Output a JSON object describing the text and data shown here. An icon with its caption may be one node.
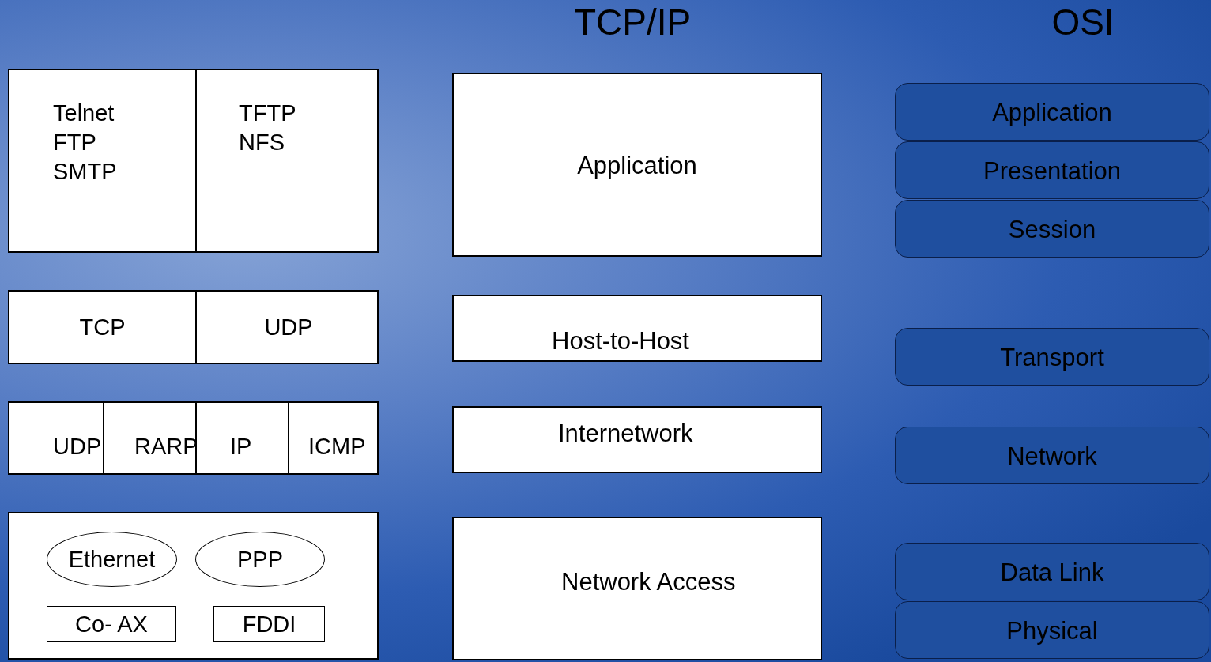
{
  "diagram": {
    "nodes": [
      {
        "text": [],
        "shape": "box"
      },
      {
        "text": [
          "Telnet FTP SMTP"
        ],
        "in": 0
      },
      {
        "text": [
          "TFTP NFS"
        ],
        "in": 0
      },
      {
        "text": [],
        "shape": "box"
      },
      {
        "text": [
          "TCP"
        ],
        "in": 3
      },
      {
        "text": [
          "UDP"
        ],
        "in": 3
      },
      {
        "text": [],
        "shape": "box"
      },
      {
        "text": [
          "UDP"
        ],
        "in": 6
      },
      {
        "text": [
          "RARP"
        ],
        "in": 6
      },
      {
        "text": [
          "IP"
        ],
        "in": 6
      },
      {
        "text": [
          "ICMP"
        ],
        "in": 6
      },
      {
        "text": [],
        "shape": "box"
      },
      {
        "text": [
          "Ethernet"
        ],
        "in": 11
      },
      {
        "text": [
          "PPP"
        ],
        "in": 11
      },
      {
        "text": [
          "Co- AX"
        ],
        "in": 11
      },
      {
        "text": [
          "FDDI"
        ],
        "in": 11
      },
      {
        "text": [
          "Application"
        ]
      },
      {
        "text": [
          "Host-to-Host"
        ]
      },
      {
        "text": [
          "Internetwork"
        ]
      },
      {
        "text": [
          "Network Access"
        ]
      },
      {
        "text": [
          "Application"
        ]
      },
      {
        "text": [
          "Presentation"
        ]
      },
      {
        "text": [
          "Session"
        ]
      },
      {
        "text": [
          "Transport"
        ]
      },
      {
        "text": [
          "Network"
        ]
      },
      {
        "text": [
          "Data Link"
        ]
      },
      {
        "text": [
          "Physical"
        ]
      }
    ],
    "labels": [
      "TCP/IP",
      "OSI"
    ]
  }
}
